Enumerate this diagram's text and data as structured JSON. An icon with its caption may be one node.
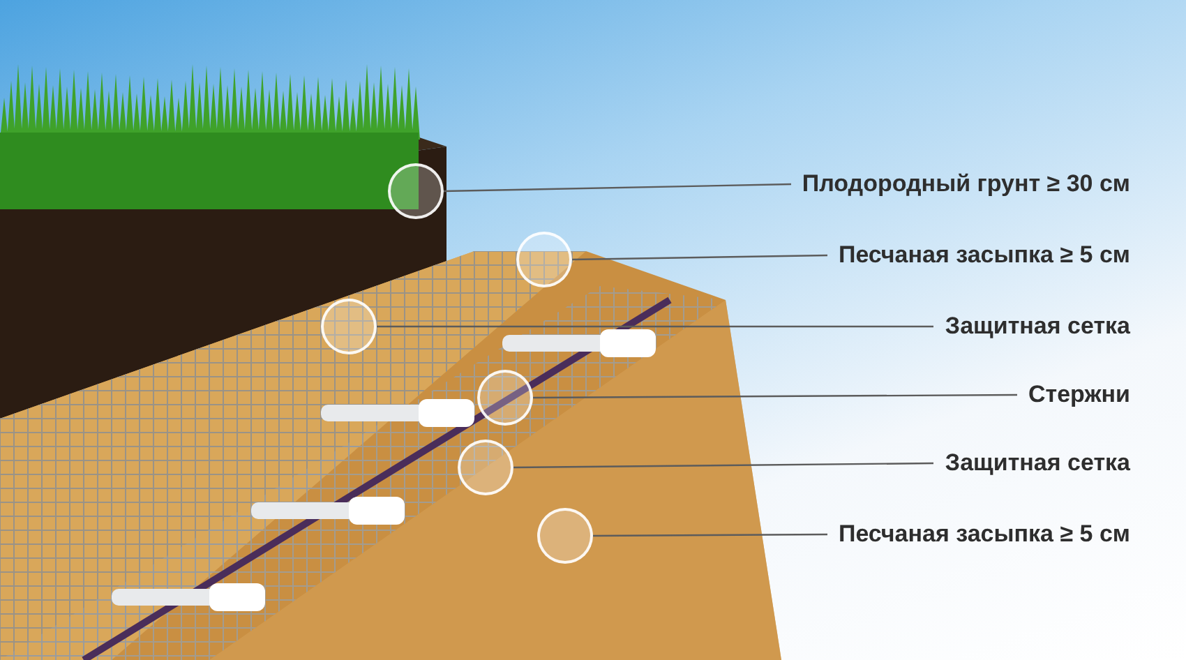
{
  "diagram": {
    "nodes": [
      {
        "text": [
          "Плодородный грунт ≥ 30 см"
        ]
      },
      {
        "text": [
          "Песчаная засыпка ≥ 5 см"
        ]
      },
      {
        "text": [
          "Защитная сетка"
        ]
      },
      {
        "text": [
          "Стержни"
        ]
      },
      {
        "text": [
          "Защитная сетка"
        ]
      },
      {
        "text": [
          "Песчаная засыпка ≥ 5 см"
        ]
      },
      {
        "text": [],
        "shape": "circle"
      },
      {
        "text": [],
        "shape": "circle"
      },
      {
        "text": [],
        "shape": "circle"
      },
      {
        "text": [],
        "shape": "circle"
      },
      {
        "text": [],
        "shape": "circle"
      },
      {
        "text": [],
        "shape": "circle"
      }
    ],
    "edges": [
      {
        "from": 0,
        "to": 6,
        "arrow": "none"
      },
      {
        "from": 1,
        "to": 7,
        "arrow": "none"
      },
      {
        "from": 2,
        "to": 8,
        "arrow": "none"
      },
      {
        "from": 3,
        "to": 9,
        "arrow": "none"
      },
      {
        "from": 4,
        "to": 10,
        "arrow": "none"
      },
      {
        "from": 5,
        "to": 11,
        "arrow": "none"
      }
    ]
  }
}
